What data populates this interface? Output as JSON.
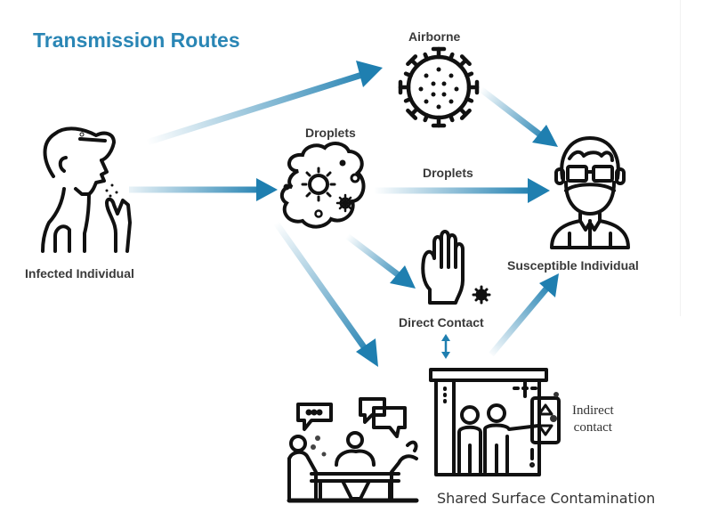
{
  "title": "Transmission Routes",
  "colors": {
    "title": "#2a86b5",
    "arrow": "#1f7fb0",
    "icon_stroke": "#111111",
    "label_text": "#3a3a3a",
    "background": "#ffffff"
  },
  "nodes": {
    "infected": {
      "label": "Infected Individual",
      "icon": "coughing-person-icon"
    },
    "airborne": {
      "label": "Airborne",
      "icon": "virus-icon"
    },
    "droplets": {
      "label": "Droplets",
      "icon": "droplet-cloud-icon"
    },
    "susceptible": {
      "label": "Susceptible Individual",
      "icon": "masked-person-icon"
    },
    "direct_contact": {
      "label": "Direct Contact",
      "icon": "hand-with-germ-icon"
    },
    "gathering": {
      "label": "",
      "icon": "people-meeting-icon"
    },
    "shared_surface": {
      "label": "Shared Surface Contamination",
      "icon": "elevator-button-icon"
    },
    "indirect_contact": {
      "label_line1": "Indirect",
      "label_line2": "contact"
    }
  },
  "edges": [
    {
      "from": "Infected Individual",
      "to": "Airborne",
      "label": ""
    },
    {
      "from": "Infected Individual",
      "to": "Droplets",
      "label": ""
    },
    {
      "from": "Airborne",
      "to": "Susceptible Individual",
      "label": ""
    },
    {
      "from": "Droplets",
      "to": "Susceptible Individual",
      "label": "Droplets"
    },
    {
      "from": "Droplets",
      "to": "Direct Contact",
      "label": ""
    },
    {
      "from": "Droplets",
      "to": "Shared Surface Contamination",
      "label": ""
    },
    {
      "from": "Direct Contact",
      "to": "Shared Surface Contamination",
      "label": "",
      "bidirectional": true
    },
    {
      "from": "Shared Surface Contamination",
      "to": "Susceptible Individual",
      "label": ""
    }
  ]
}
